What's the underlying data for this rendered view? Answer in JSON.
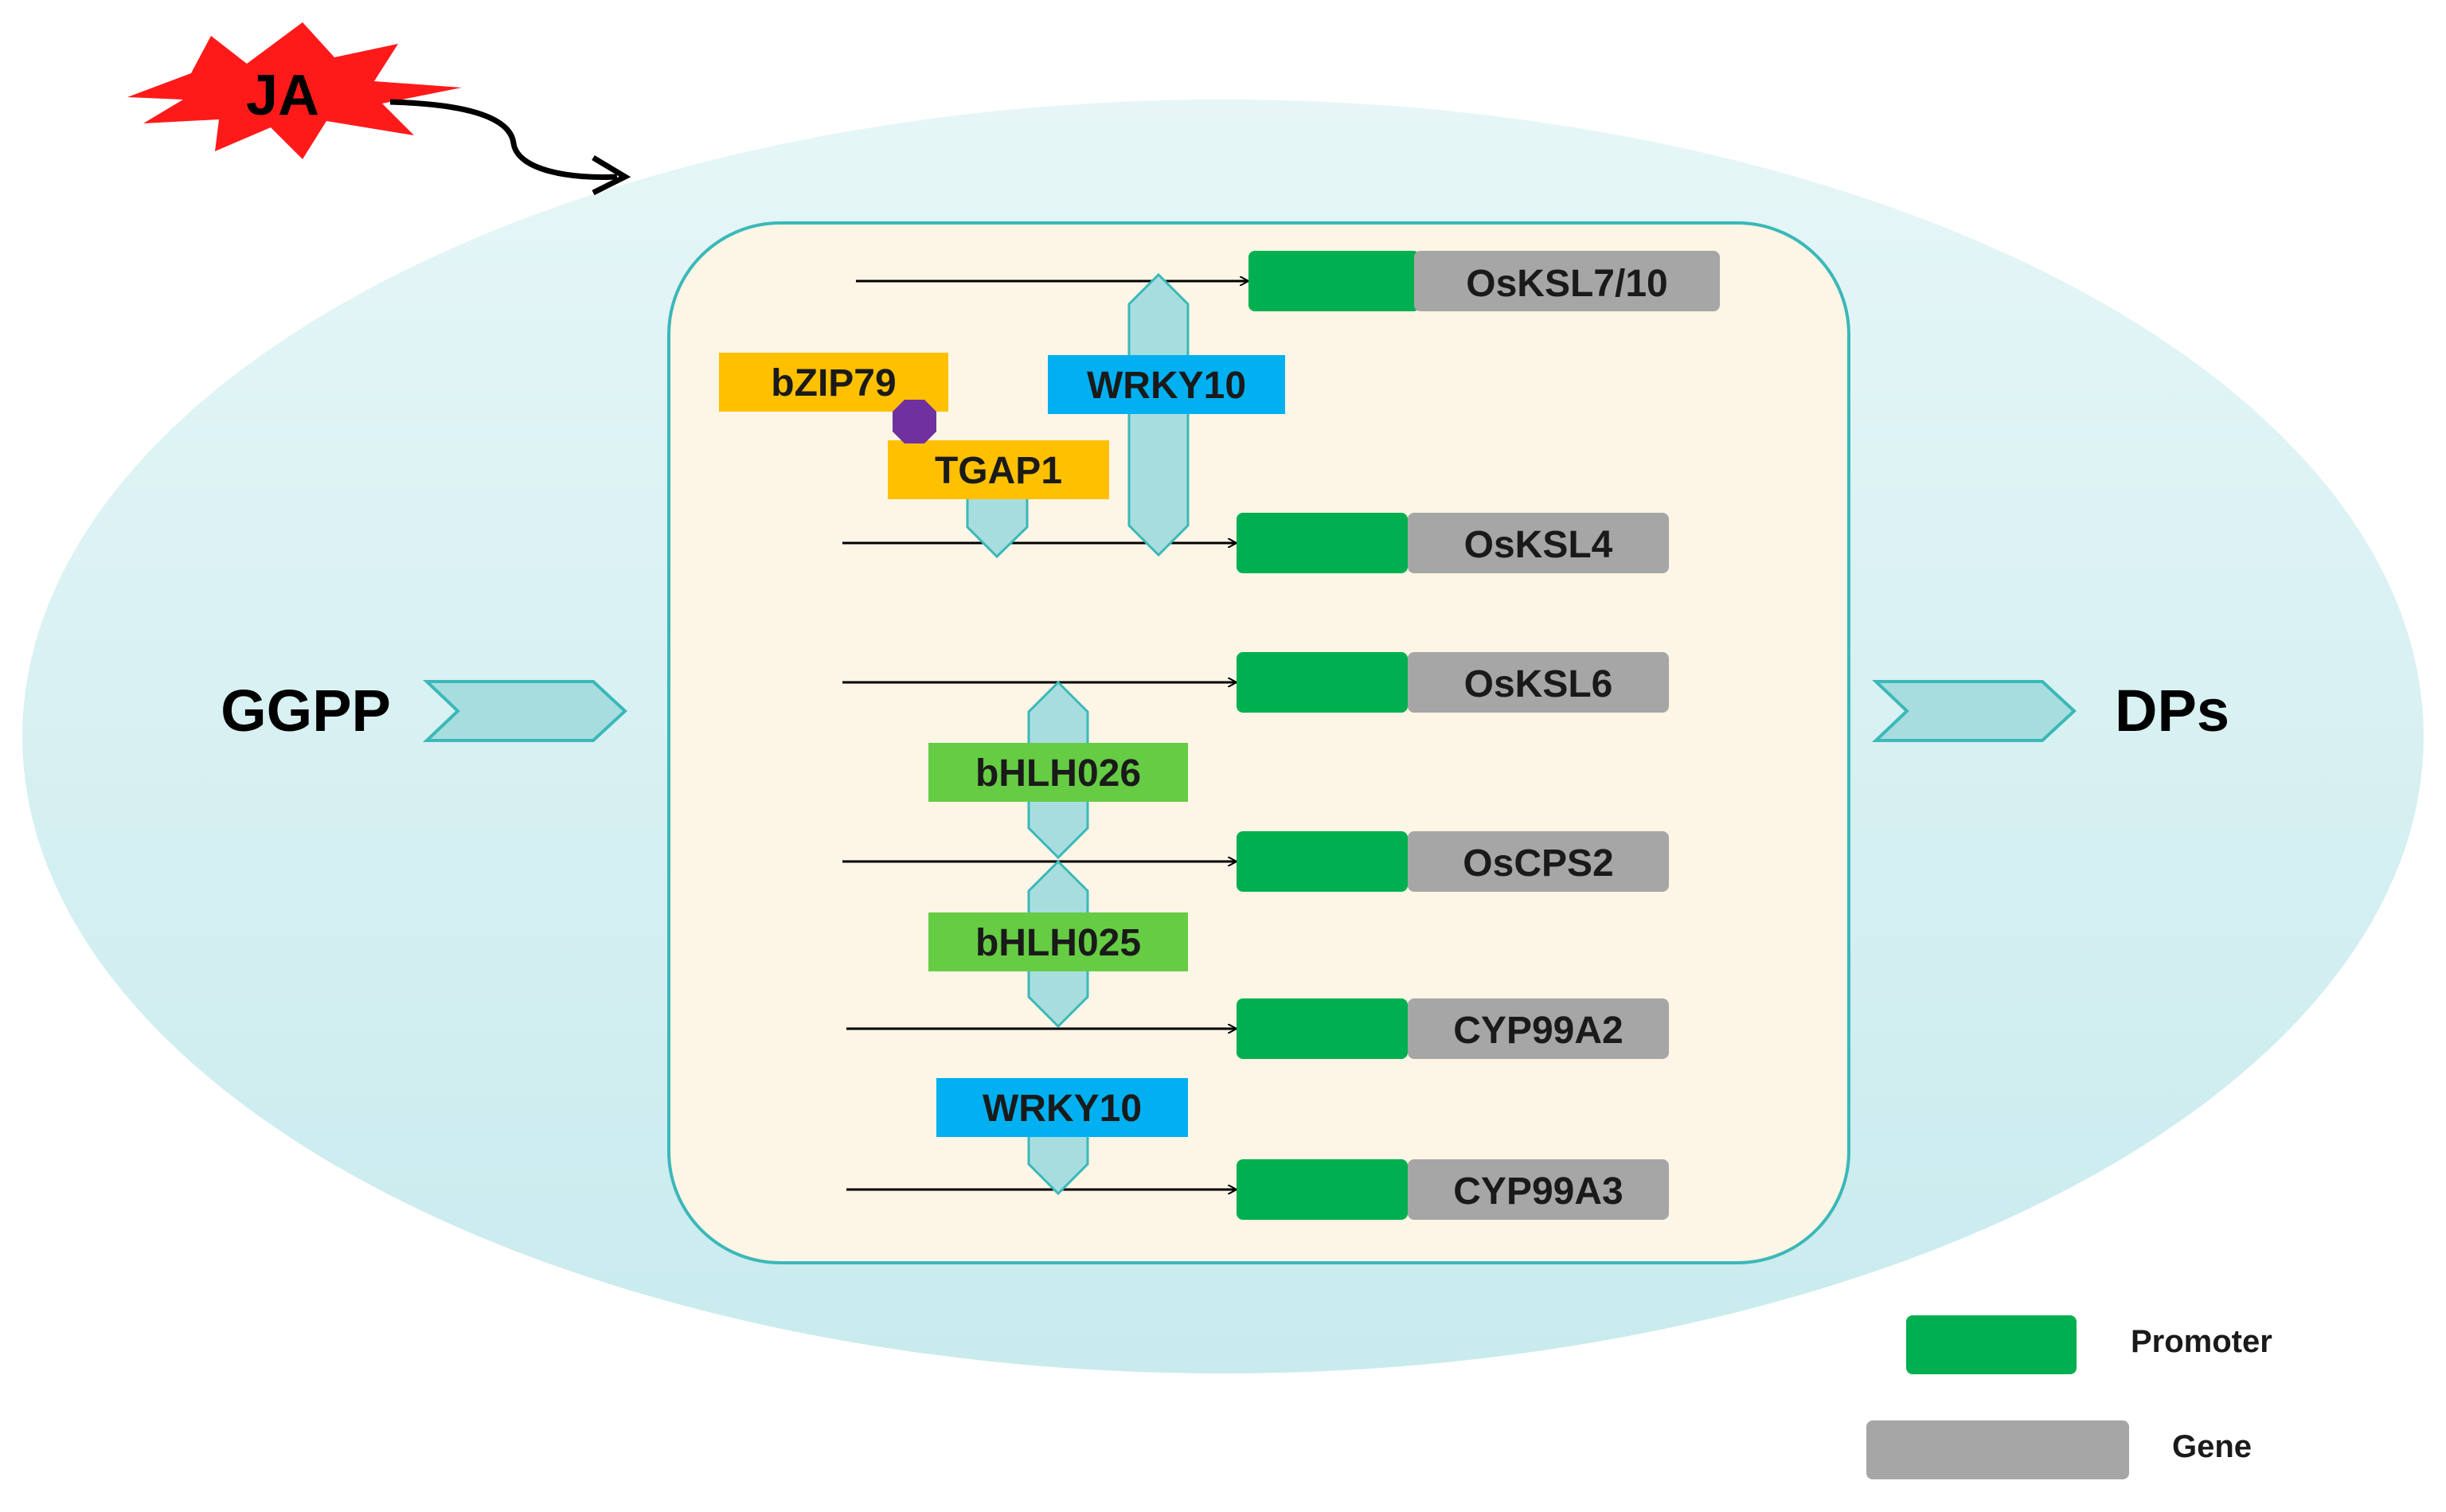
{
  "signal": {
    "label": "JA",
    "color": "#ff1a1a"
  },
  "input": {
    "label": "GGPP"
  },
  "output": {
    "label": "DPs"
  },
  "genes": [
    {
      "id": "osksl7",
      "label": "OsKSL7/10"
    },
    {
      "id": "osksl4",
      "label": "OsKSL4"
    },
    {
      "id": "osksl6",
      "label": "OsKSL6"
    },
    {
      "id": "oscps2",
      "label": "OsCPS2"
    },
    {
      "id": "cyp99a2",
      "label": "CYP99A2"
    },
    {
      "id": "cyp99a3",
      "label": "CYP99A3"
    }
  ],
  "transcription_factors": {
    "bzip79": {
      "label": "bZIP79",
      "color": "#ffc000"
    },
    "tgap1": {
      "label": "TGAP1",
      "color": "#ffc000"
    },
    "wrky10_top": {
      "label": "WRKY10",
      "color": "#00b0f0"
    },
    "bhlh026": {
      "label": "bHLH026",
      "color": "#66cc44"
    },
    "bhlh025": {
      "label": "bHLH025",
      "color": "#66cc44"
    },
    "wrky10_bottom": {
      "label": "WRKY10",
      "color": "#00b0f0"
    }
  },
  "legend": {
    "promoter": {
      "label": "Promoter",
      "color": "#00b050"
    },
    "gene": {
      "label": "Gene",
      "color": "#a6a6a6"
    }
  },
  "colors": {
    "cell": "#d2eef0",
    "nucleus": "#fdf5e6",
    "nucleus_border": "#3bb8b8",
    "binding_arrow": "#a8dde0",
    "interaction_dot": "#7030a0"
  }
}
